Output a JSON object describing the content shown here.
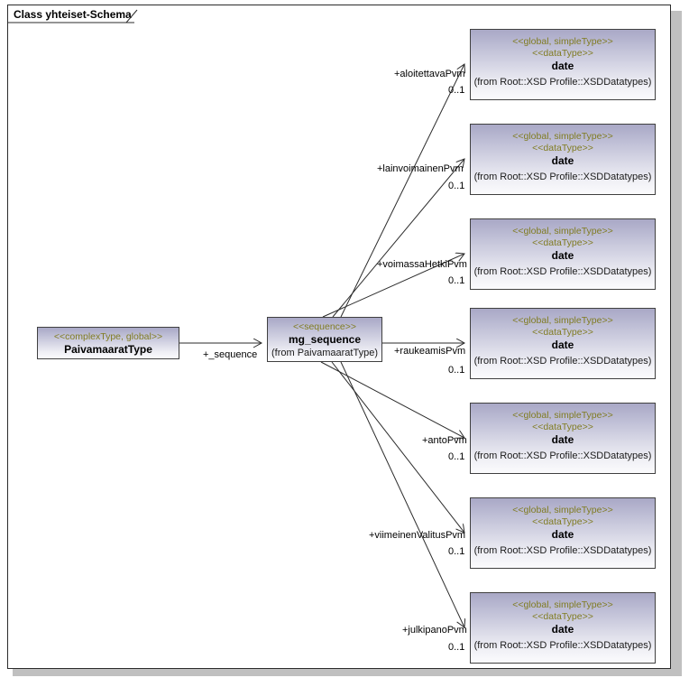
{
  "diagram": {
    "frame_title": "Class yhteiset-Schema",
    "colors": {
      "box_border": "#404040",
      "stereotype_text": "#807c22",
      "name_text": "#000000",
      "gradient_top": "#a9a8c6",
      "gradient_bottom": "#fbfbfd",
      "frame_border": "#2b2b2b",
      "shadow": "#c0c0c0",
      "line": "#2b2b2b"
    }
  },
  "source_class": {
    "stereotype": "<<complexType, global>>",
    "name": "PaivamaaratType"
  },
  "sequence_class": {
    "stereotype": "<<sequence>>",
    "name": "mg_sequence",
    "from": "(from PaivamaaratType)"
  },
  "sequence_link": {
    "role": "+_sequence"
  },
  "datatype_common": {
    "stereotype_1": "<<global, simpleType>>",
    "stereotype_2": "<<dataType>>",
    "name": "date",
    "from": "(from Root::XSD Profile::XSDDatatypes)"
  },
  "attributes": [
    {
      "role": "+aloitettavaPvm",
      "multiplicity": "0..1"
    },
    {
      "role": "+lainvoimainenPvm",
      "multiplicity": "0..1"
    },
    {
      "role": "+voimassaHetkiPvm",
      "multiplicity": "0..1"
    },
    {
      "role": "+raukeamisPvm",
      "multiplicity": "0..1"
    },
    {
      "role": "+antoPvm",
      "multiplicity": "0..1"
    },
    {
      "role": "+viimeinenValitusPvm",
      "multiplicity": "0..1"
    },
    {
      "role": "+julkipanoPvm",
      "multiplicity": "0..1"
    }
  ],
  "datatype_boxes": [
    {
      "stereotype_1": "<<global, simpleType>>",
      "stereotype_2": "<<dataType>>",
      "name": "date",
      "from": "(from Root::XSD Profile::XSDDatatypes)"
    },
    {
      "stereotype_1": "<<global, simpleType>>",
      "stereotype_2": "<<dataType>>",
      "name": "date",
      "from": "(from Root::XSD Profile::XSDDatatypes)"
    },
    {
      "stereotype_1": "<<global, simpleType>>",
      "stereotype_2": "<<dataType>>",
      "name": "date",
      "from": "(from Root::XSD Profile::XSDDatatypes)"
    },
    {
      "stereotype_1": "<<global, simpleType>>",
      "stereotype_2": "<<dataType>>",
      "name": "date",
      "from": "(from Root::XSD Profile::XSDDatatypes)"
    },
    {
      "stereotype_1": "<<global, simpleType>>",
      "stereotype_2": "<<dataType>>",
      "name": "date",
      "from": "(from Root::XSD Profile::XSDDatatypes)"
    },
    {
      "stereotype_1": "<<global, simpleType>>",
      "stereotype_2": "<<dataType>>",
      "name": "date",
      "from": "(from Root::XSD Profile::XSDDatatypes)"
    },
    {
      "stereotype_1": "<<global, simpleType>>",
      "stereotype_2": "<<dataType>>",
      "name": "date",
      "from": "(from Root::XSD Profile::XSDDatatypes)"
    }
  ]
}
